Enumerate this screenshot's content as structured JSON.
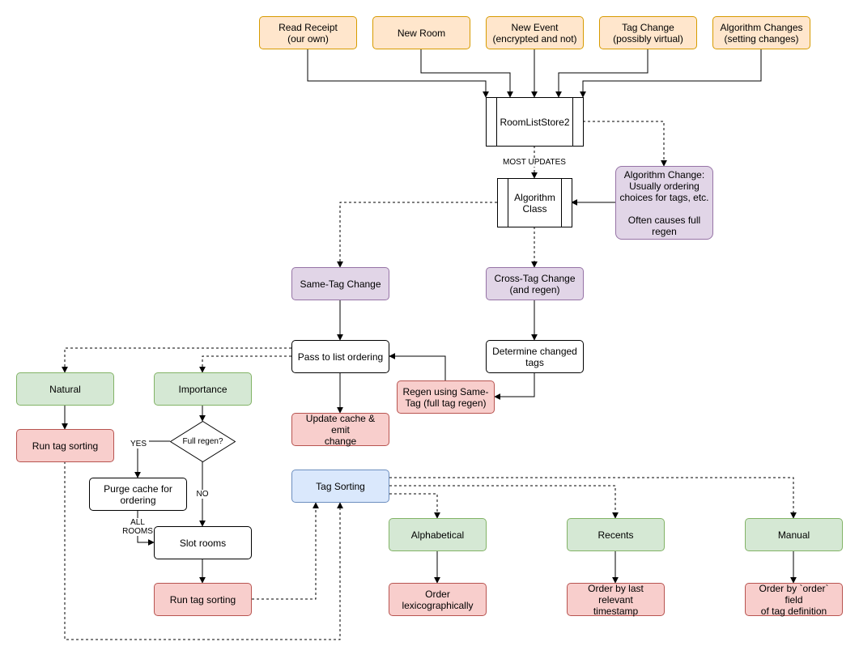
{
  "nodes": {
    "read_receipt": "Read Receipt\n(our own)",
    "new_room": "New Room",
    "new_event": "New Event\n(encrypted and not)",
    "tag_change": "Tag Change\n(possibly virtual)",
    "algorithm_changes": "Algorithm Changes\n(setting changes)",
    "room_list_store": "RoomListStore2",
    "algorithm_class": "Algorithm\nClass",
    "algorithm_change_note": "Algorithm Change:\nUsually ordering\nchoices for tags, etc.\n\nOften causes full\nregen",
    "same_tag_change": "Same-Tag Change",
    "cross_tag_change": "Cross-Tag Change\n(and regen)",
    "pass_to_list_ordering": "Pass to list ordering",
    "determine_changed_tags": "Determine changed\ntags",
    "regen_same_tag": "Regen using Same-\nTag (full tag regen)",
    "update_cache": "Update cache & emit\nchange",
    "natural": "Natural",
    "importance": "Importance",
    "run_tag_sorting_natural": "Run tag sorting",
    "full_regen": "Full regen?",
    "purge_cache": "Purge cache for\nordering",
    "slot_rooms": "Slot rooms",
    "run_tag_sorting_importance": "Run tag sorting",
    "tag_sorting": "Tag Sorting",
    "alphabetical": "Alphabetical",
    "recents": "Recents",
    "manual": "Manual",
    "order_lex": "Order\nlexicographically",
    "order_timestamp": "Order by last relevant\ntimestamp",
    "order_field": "Order by `order` field\nof tag definition"
  },
  "edge_labels": {
    "most_updates": "MOST UPDATES",
    "yes": "YES",
    "no": "NO",
    "all_rooms": "ALL\nROOMS"
  }
}
